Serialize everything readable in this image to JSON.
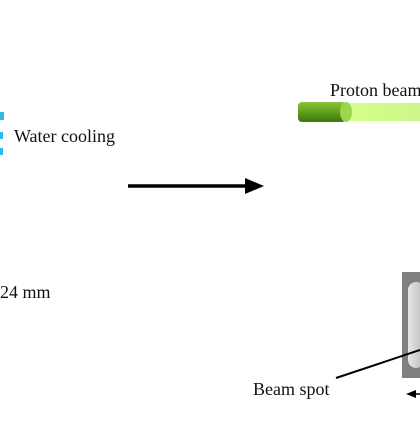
{
  "labels": {
    "water_cooling": "Water cooling",
    "proton_beam": "Proton beam",
    "dimension": "24 mm",
    "beam_spot": "Beam spot"
  },
  "colors": {
    "water_blue": "#2fb8e6",
    "beam_dark_green": "#4c8a12",
    "beam_light_green": "#b8f25a",
    "frame_gray": "#8a8a8a",
    "target_gray": "#b9b9b9",
    "arrow_black": "#000000"
  }
}
